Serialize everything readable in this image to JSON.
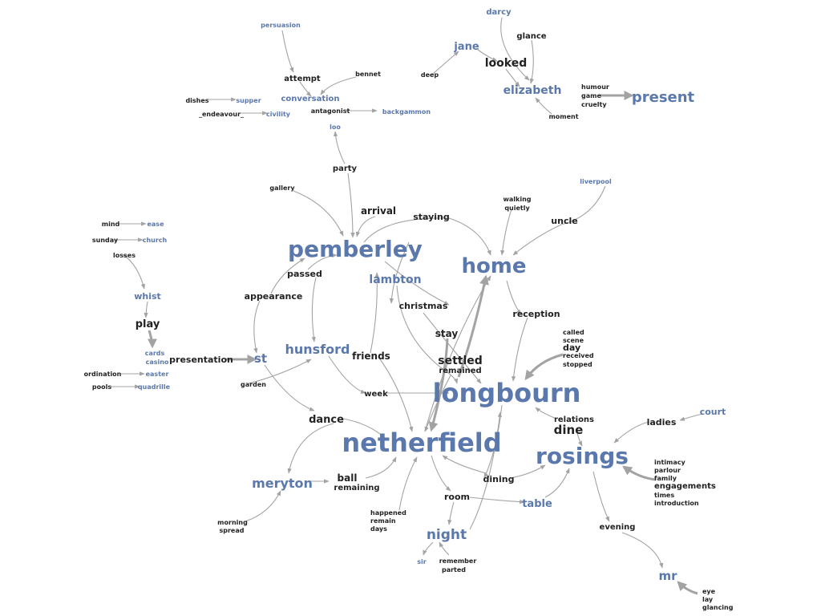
{
  "colors": {
    "place": "#5b78ad",
    "word": "#222222",
    "edge": "#a3a3a3"
  },
  "nodes": {
    "darcy": "darcy",
    "glance": "glance",
    "jane": "jane",
    "looked": "looked",
    "elizabeth": "elizabeth",
    "moment": "moment",
    "deep": "deep",
    "humour": "humour",
    "game": "game",
    "cruelty": "cruelty",
    "present": "present",
    "persuasion": "persuasion",
    "attempt": "attempt",
    "bennet": "bennet",
    "conversation": "conversation",
    "dishes": "dishes",
    "supper": "supper",
    "antagonist": "antagonist",
    "backgammon": "backgammon",
    "endeavour": "_endeavour_",
    "civility": "civility",
    "loo": "loo",
    "party": "party",
    "gallery": "gallery",
    "arrival": "arrival",
    "staying": "staying",
    "walking": "walking",
    "quietly": "quietly",
    "liverpool": "liverpool",
    "uncle": "uncle",
    "mind": "mind",
    "ease": "ease",
    "sunday": "sunday",
    "church": "church",
    "losses": "losses",
    "pemberley": "pemberley",
    "home": "home",
    "passed": "passed",
    "lambton": "lambton",
    "appearance": "appearance",
    "christmas": "christmas",
    "reception": "reception",
    "whist": "whist",
    "play": "play",
    "stay": "stay",
    "called": "called",
    "scene": "scene",
    "day": "day",
    "received": "received",
    "stopped": "stopped",
    "cards": "cards",
    "casino": "casino",
    "presentation": "presentation",
    "st": "st",
    "hunsford": "hunsford",
    "friends": "friends",
    "settled": "settled",
    "remained": "remained",
    "ordination": "ordination",
    "easter": "easter",
    "pools": "pools",
    "quadrille": "quadrille",
    "garden": "garden",
    "week": "week",
    "longbourn": "longbourn",
    "dance": "dance",
    "relations": "relations",
    "dine": "dine",
    "ladies": "ladies",
    "court": "court",
    "netherfield": "netherfield",
    "rosings": "rosings",
    "intimacy": "intimacy",
    "parlour": "parlour",
    "family": "family",
    "engagements": "engagements",
    "times": "times",
    "introduction": "introduction",
    "meryton": "meryton",
    "ball": "ball",
    "remaining": "remaining",
    "dining": "dining",
    "room": "room",
    "table": "table",
    "happened": "happened",
    "remain": "remain",
    "days": "days",
    "evening": "evening",
    "morning": "morning",
    "spread": "spread",
    "night": "night",
    "sir": "sir",
    "remember": "remember",
    "parted": "parted",
    "mr": "mr",
    "eye": "eye",
    "lay": "lay",
    "glancing": "glancing"
  }
}
